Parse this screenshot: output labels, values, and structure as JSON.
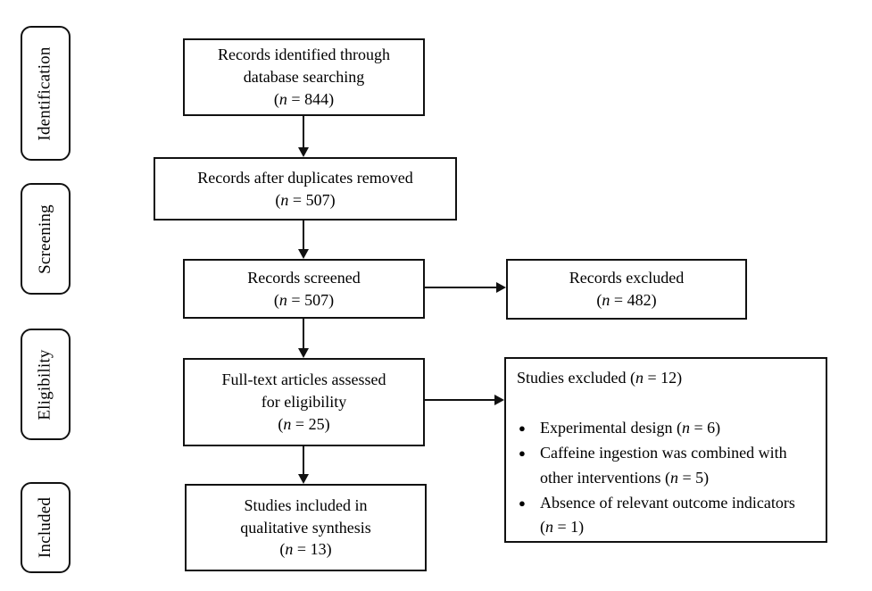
{
  "colors": {
    "ink": "#111111",
    "paper": "#ffffff"
  },
  "stages": [
    {
      "label": "Identification"
    },
    {
      "label": "Screening"
    },
    {
      "label": "Eligibility"
    },
    {
      "label": "Included"
    }
  ],
  "boxes": {
    "identified": {
      "lines": [
        "Records identified through",
        "database searching"
      ],
      "count": {
        "pre": "(",
        "n": "n",
        "post": " = 844)"
      }
    },
    "duplicates_removed": {
      "lines": [
        "Records after duplicates removed"
      ],
      "count": {
        "pre": "(",
        "n": "n",
        "post": " = 507)"
      }
    },
    "screened": {
      "lines": [
        "Records screened"
      ],
      "count": {
        "pre": "(",
        "n": "n",
        "post": " = 507)"
      }
    },
    "records_excluded": {
      "lines": [
        "Records excluded"
      ],
      "count": {
        "pre": "(",
        "n": "n",
        "post": " = 482)"
      }
    },
    "fulltext": {
      "lines": [
        "Full-text articles assessed",
        "for eligibility"
      ],
      "count": {
        "pre": "(",
        "n": "n",
        "post": " = 25)"
      }
    },
    "studies_excluded": {
      "header": {
        "pre": "Studies excluded (",
        "n": "n",
        "post": " = 12)"
      },
      "bullets": [
        {
          "marker": "●",
          "pre": "Experimental design (",
          "n": "n",
          "post": " = 6)"
        },
        {
          "marker": "●",
          "pre": "Caffeine ingestion was combined with other interventions (",
          "n": "n",
          "post": " = 5)"
        },
        {
          "marker": "●",
          "pre": "Absence of relevant outcome indicators (",
          "n": "n",
          "post": " = 1)"
        }
      ]
    },
    "included": {
      "lines": [
        "Studies included in",
        "qualitative synthesis"
      ],
      "count": {
        "pre": "(",
        "n": "n",
        "post": " = 13)"
      }
    }
  }
}
